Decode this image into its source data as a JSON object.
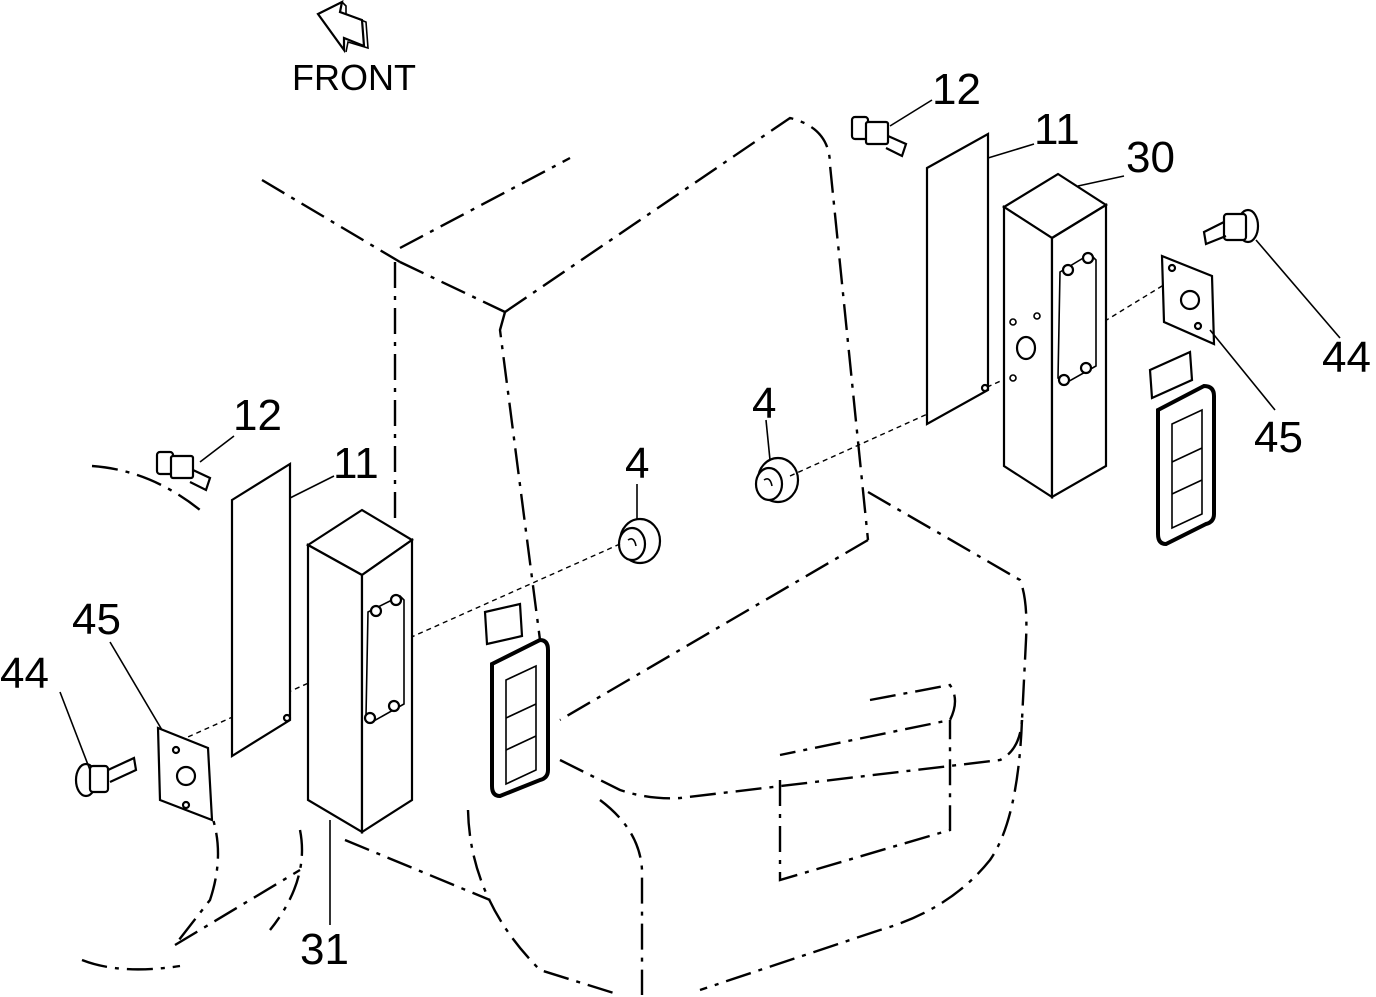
{
  "direction_label": "FRONT",
  "callouts": {
    "left_bolt": "12",
    "left_plate": "11",
    "left_bracket": "31",
    "left_gasket": "45",
    "left_screw": "44",
    "center_grommet_left": "4",
    "center_grommet_right": "4",
    "right_bolt": "12",
    "right_plate": "11",
    "right_bracket": "30",
    "right_screw": "44",
    "right_gasket": "45"
  },
  "icons": [
    "front-arrow-icon"
  ]
}
